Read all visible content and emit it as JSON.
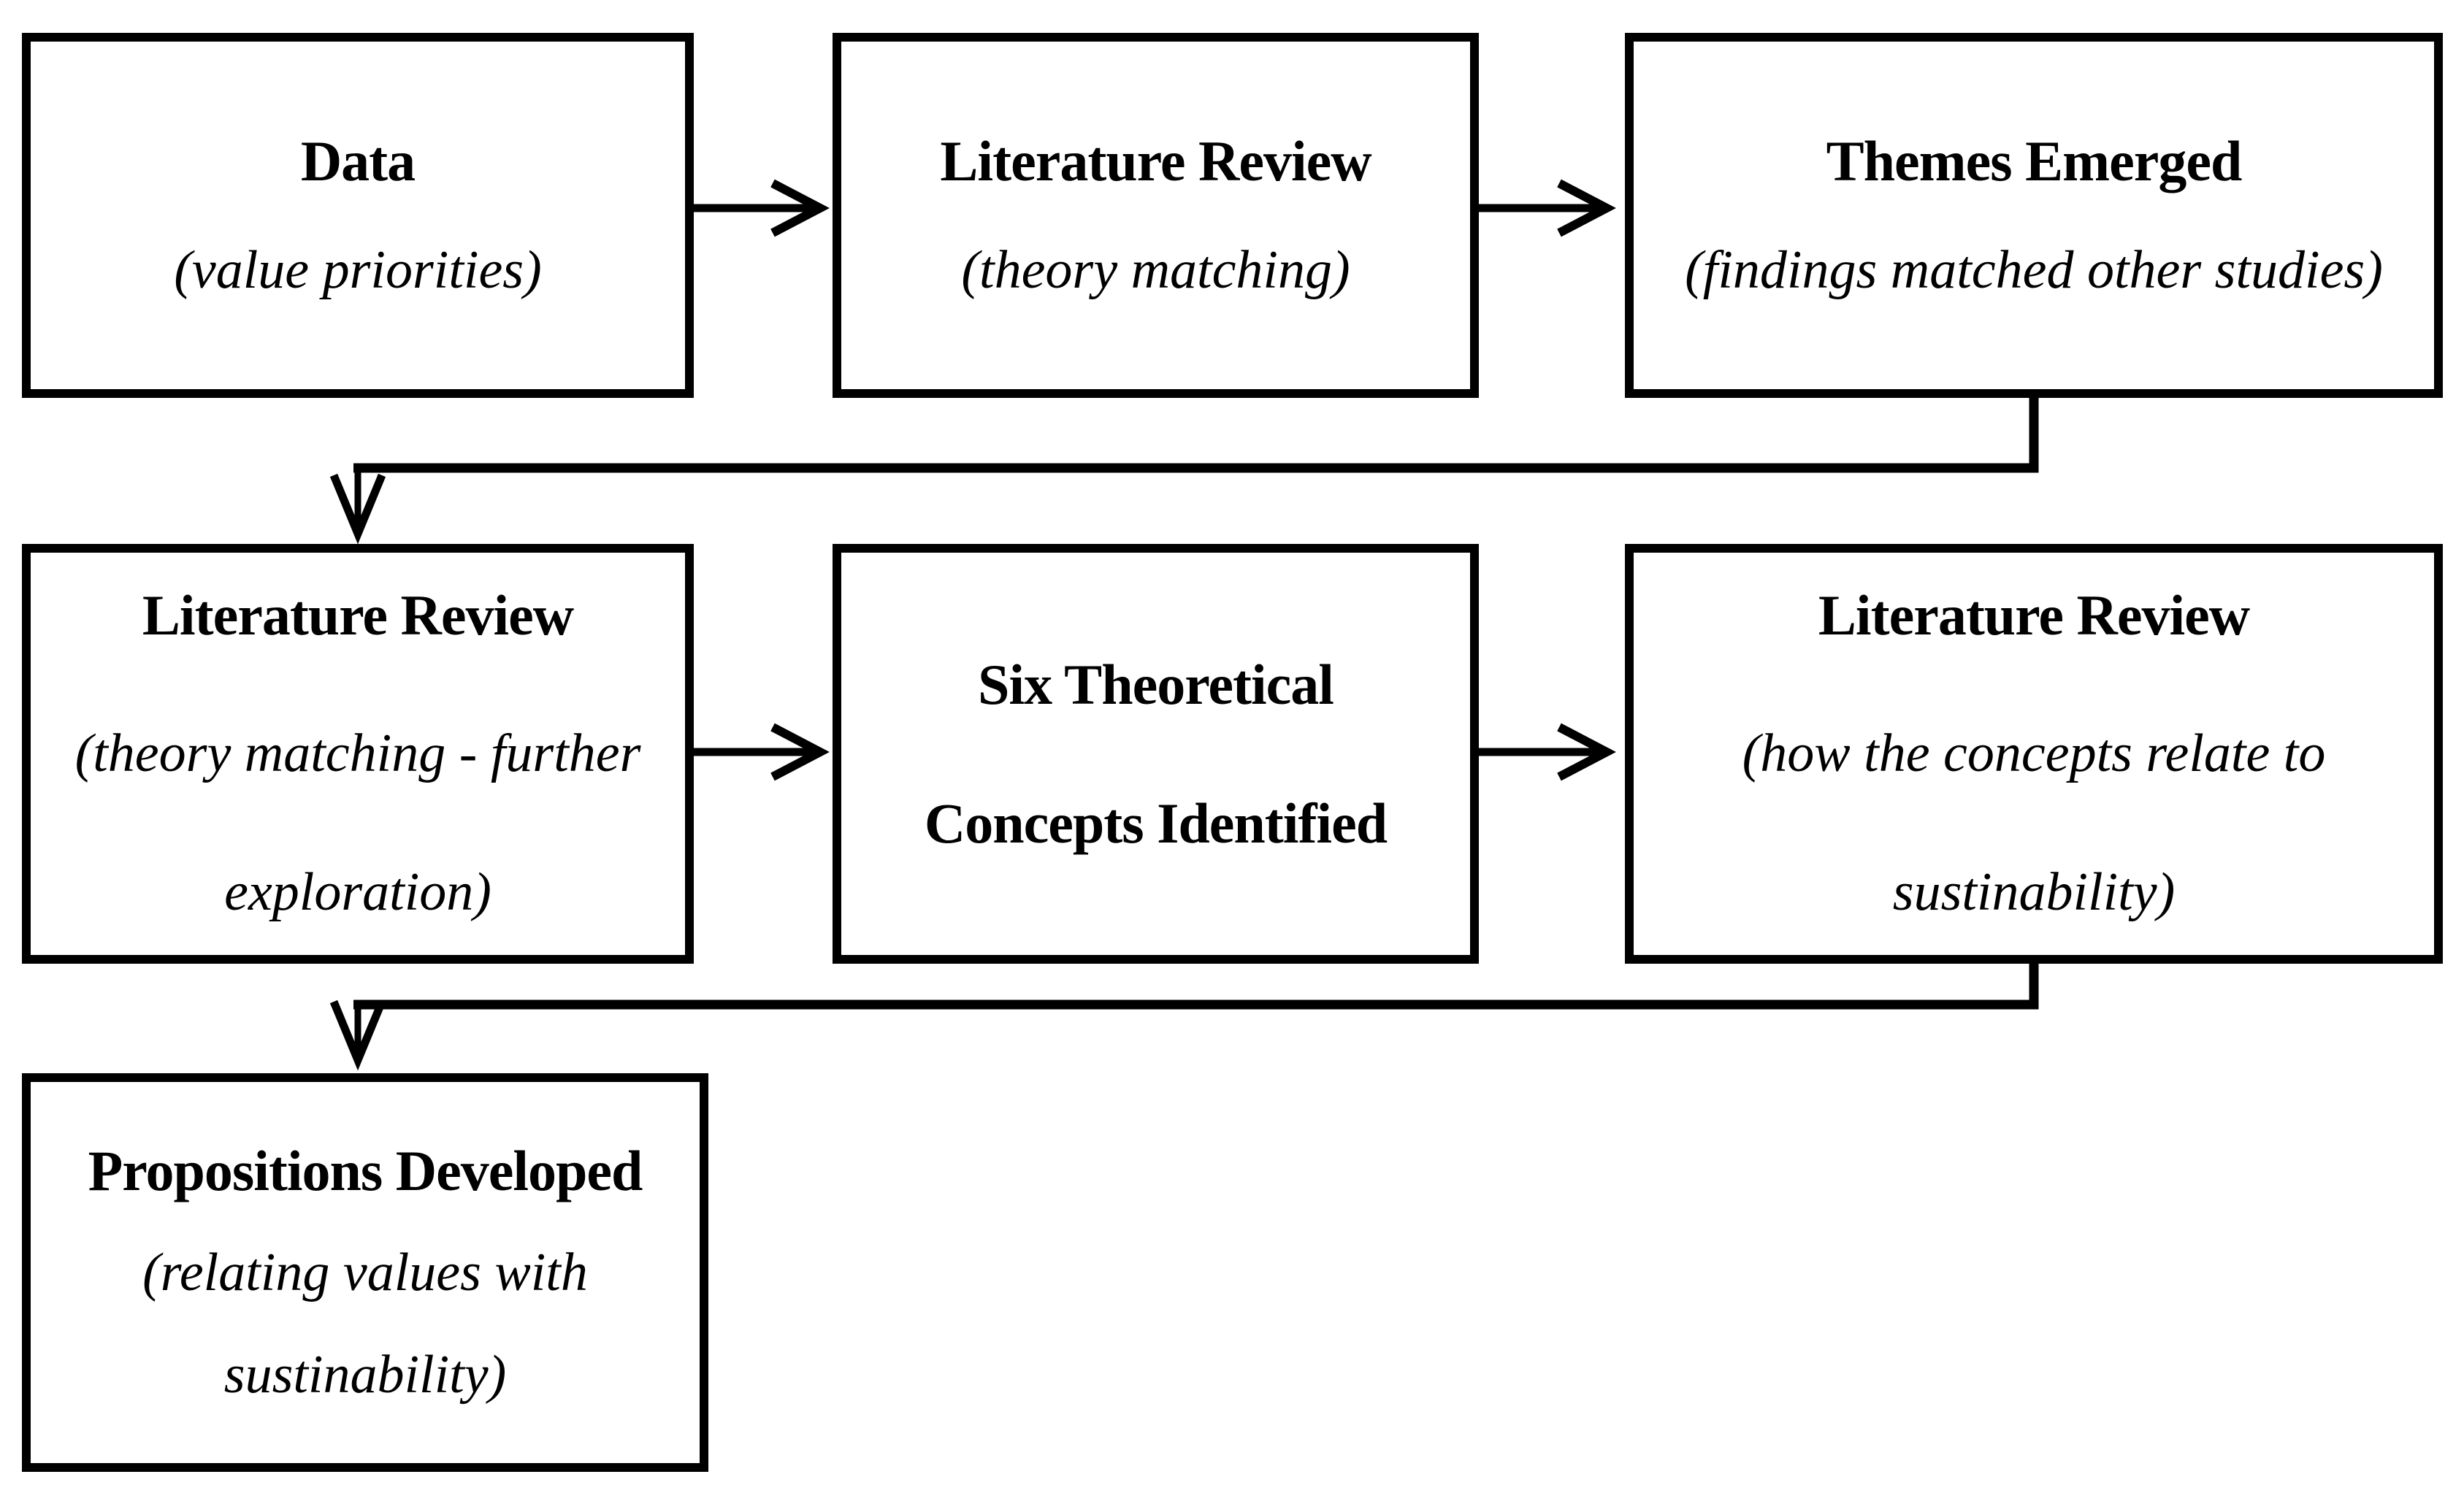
{
  "colors": {
    "ink": "#000000",
    "background": "#ffffff"
  },
  "boxes": [
    {
      "name": "data",
      "lines": [
        {
          "text": "Data",
          "style": "bold"
        },
        {
          "text": "(value priorities)",
          "style": "italic"
        }
      ]
    },
    {
      "name": "literature-review-theory-matching",
      "lines": [
        {
          "text": "Literature Review",
          "style": "bold"
        },
        {
          "text": "(theory matching)",
          "style": "italic"
        }
      ]
    },
    {
      "name": "themes-emerged",
      "lines": [
        {
          "text": "Themes Emerged",
          "style": "bold"
        },
        {
          "text": "(findings matched other studies)",
          "style": "italic"
        }
      ]
    },
    {
      "name": "literature-review-further-exploration",
      "lines": [
        {
          "text": "Literature Review",
          "style": "bold"
        },
        {
          "text": "(theory matching - further",
          "style": "italic"
        },
        {
          "text": "exploration)",
          "style": "italic"
        }
      ]
    },
    {
      "name": "six-theoretical-concepts-identified",
      "lines": [
        {
          "text": "Six Theoretical",
          "style": "bold"
        },
        {
          "text": "Concepts Identified",
          "style": "bold"
        }
      ]
    },
    {
      "name": "literature-review-concepts-sustainability",
      "lines": [
        {
          "text": "Literature Review",
          "style": "bold"
        },
        {
          "text": "(how the concepts relate to",
          "style": "italic"
        },
        {
          "text": "sustinability)",
          "style": "italic"
        }
      ]
    },
    {
      "name": "propositions-developed",
      "lines": [
        {
          "text": "Propositions Developed",
          "style": "bold"
        },
        {
          "text": "(relating values with",
          "style": "italic"
        },
        {
          "text": "sustinability)",
          "style": "italic"
        }
      ]
    }
  ]
}
